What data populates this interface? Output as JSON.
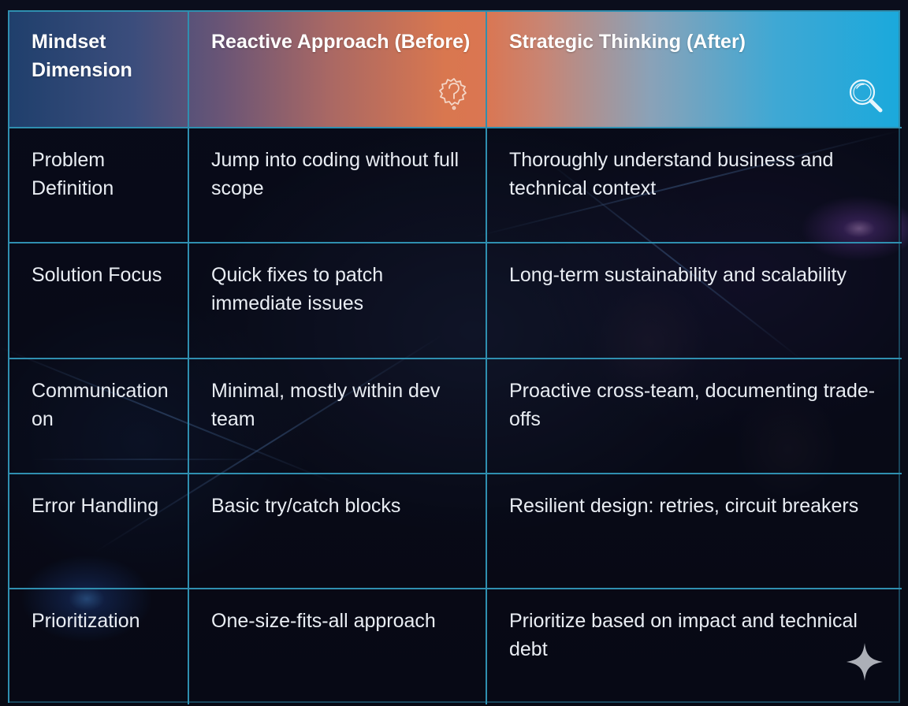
{
  "table": {
    "headers": [
      "Mindset Dimension",
      "Reactive Approach (Before)",
      "Strategic Thinking (After)"
    ],
    "rows": [
      [
        "Problem Definition",
        "Jump into coding without full scope",
        "Thoroughly understand business and technical context"
      ],
      [
        "Solution Focus",
        "Quick fixes to patch immediate issues",
        "Long-term sustainability and scalability"
      ],
      [
        "Communication on",
        "Minimal, mostly within dev team",
        "Proactive cross-team, documenting trade-offs"
      ],
      [
        "Error Handling",
        "Basic try/catch blocks",
        "Resilient design: retries, circuit breakers"
      ],
      [
        "Prioritization",
        "One-size-fits-all approach",
        "Prioritize based on impact and technical debt"
      ]
    ]
  },
  "icons": {
    "before_header": "question-gear-icon",
    "after_header": "magnifier-icon",
    "corner": "sparkle-icon"
  },
  "colors": {
    "grid_line": "#2f8fb0",
    "header_left": "#1f3f6c",
    "header_middle": "#d9774f",
    "header_right": "#1aa9dc",
    "background": "#0a0c18"
  }
}
